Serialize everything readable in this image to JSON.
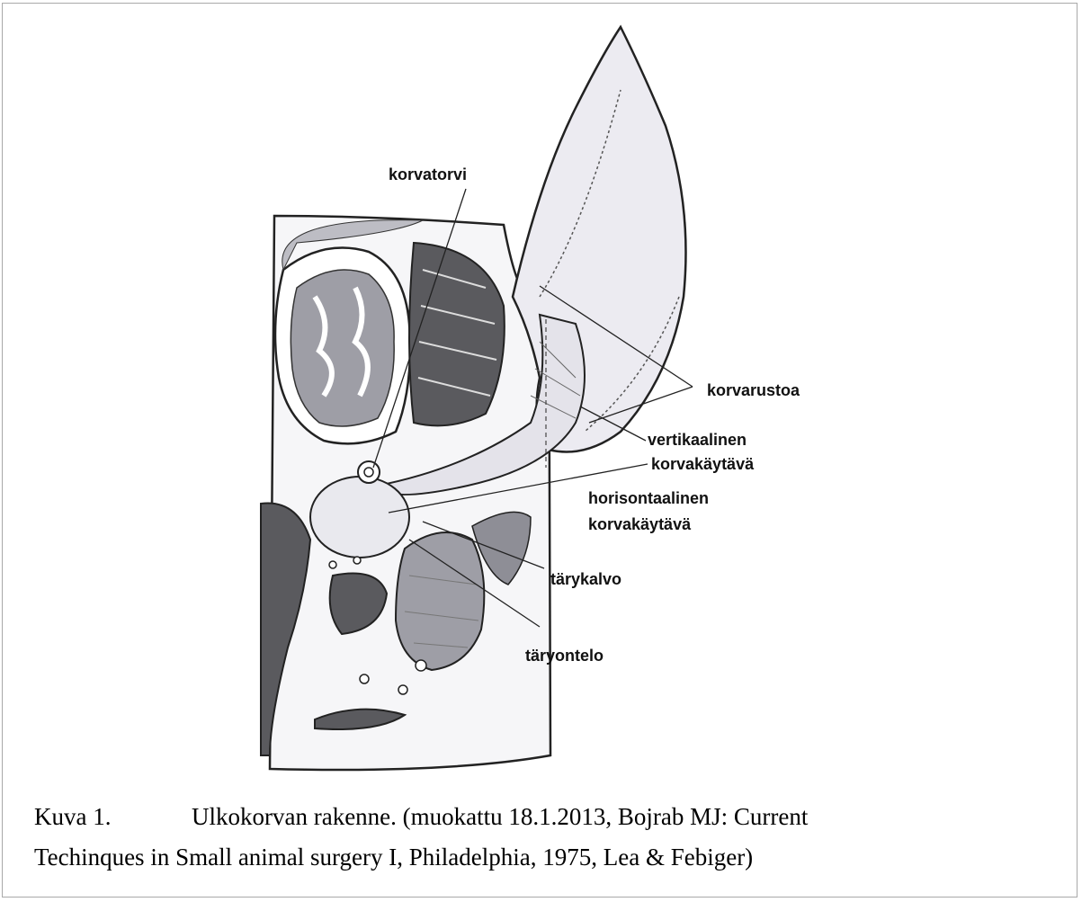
{
  "figure": {
    "labels": {
      "korvatorvi": "korvatorvi",
      "korvarustoa": "korvarustoa",
      "vertikaalinen_1": "vertikaalinen",
      "vertikaalinen_2": "korvakäytävä",
      "horisontaalinen_1": "horisontaalinen",
      "horisontaalinen_2": "korvakäytävä",
      "tarykalvo": "tärykalvo",
      "taryontelo": "täryontelo"
    }
  },
  "caption": {
    "number": "Kuva 1.",
    "line1": "Ulkokorvan rakenne. (muokattu 18.1.2013, Bojrab MJ: Current",
    "line2": "Techinques in Small animal surgery I, Philadelphia, 1975, Lea & Febiger)"
  },
  "colors": {
    "tissue_gray": "#9e9ea6",
    "muscle_dark": "#5a5a5e",
    "outline": "#222222",
    "frame": "#a9a9a9"
  }
}
